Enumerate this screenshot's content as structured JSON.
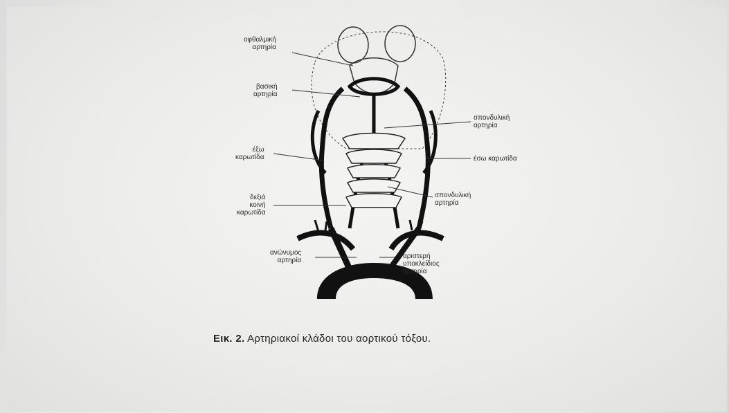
{
  "labels": {
    "ophthalmic": "οφθαλμική\nαρτηρία",
    "basilar": "βασική\nαρτηρία",
    "vertebral_upper": "σπονδυλική\nαρτηρία",
    "external_carotid": "έξω\nκαρωτίδα",
    "internal_carotid": "έσω καρωτίδα",
    "vertebral_lower": "σπονδυλική\nαρτηρία",
    "right_common_carotid": "δεξιά\nκοινή\nκαρωτίδα",
    "innominate": "ανώνυμος\nαρτηρία",
    "left_subclavian": "αριστερή\nυποκλείδιος\nαρτηρία"
  },
  "caption": {
    "number": "Εικ. 2.",
    "text": "Αρτηριακοί κλάδοι του αορτικού τόξου."
  }
}
